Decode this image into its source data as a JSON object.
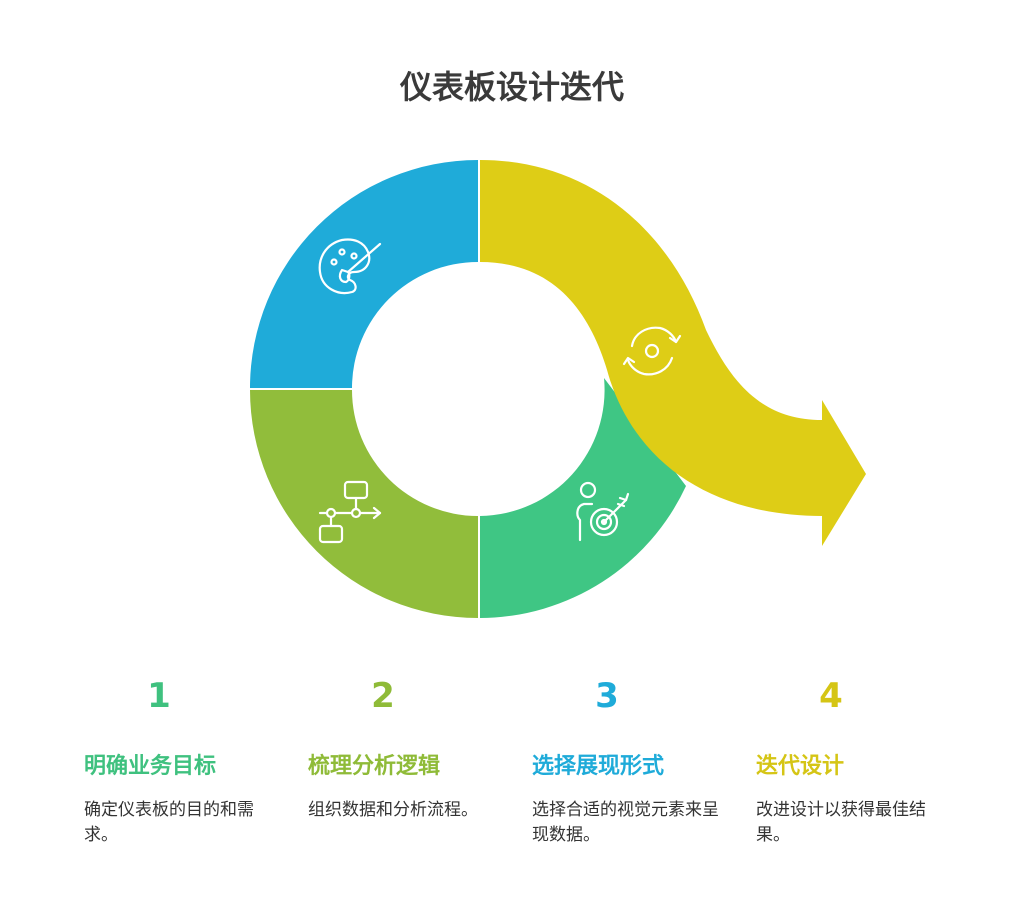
{
  "title": "仪表板设计迭代",
  "colors": {
    "blue": "#1fabd9",
    "green": "#91bd3b",
    "teal": "#3fc684",
    "yellow": "#decd16",
    "num1": "#3fc17f",
    "num2": "#8fbb38",
    "num3": "#1fabd9",
    "num4": "#d5c515"
  },
  "segments": [
    {
      "name": "segment-blue-top-left",
      "icon": "palette-icon"
    },
    {
      "name": "segment-green-bottom-left",
      "icon": "flowchart-icon"
    },
    {
      "name": "segment-teal-bottom-right",
      "icon": "person-target-icon"
    },
    {
      "name": "segment-yellow-arrow",
      "icon": "refresh-cycle-icon"
    }
  ],
  "steps": [
    {
      "number": "1",
      "title": "明确业务目标",
      "desc": "确定仪表板的目的和需求。"
    },
    {
      "number": "2",
      "title": "梳理分析逻辑",
      "desc": "组织数据和分析流程。"
    },
    {
      "number": "3",
      "title": "选择展现形式",
      "desc": "选择合适的视觉元素来呈现数据。"
    },
    {
      "number": "4",
      "title": "迭代设计",
      "desc": "改进设计以获得最佳结果。"
    }
  ]
}
